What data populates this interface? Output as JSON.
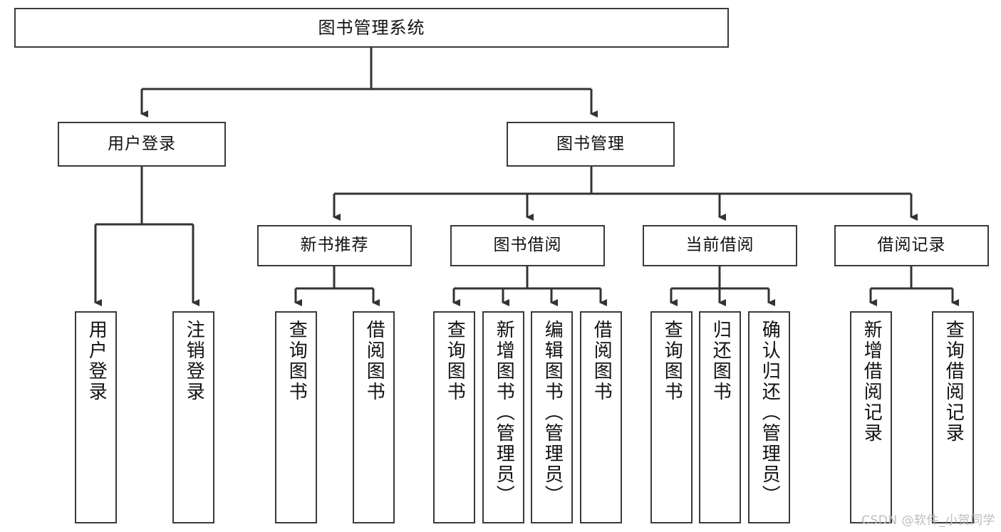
{
  "diagram": {
    "title": "图书管理系统",
    "type": "tree",
    "watermark": "CSDN @软件_小贺同学",
    "colors": {
      "box_border": "#3a3a3a",
      "box_fill": "#ffffff",
      "edge": "#333333",
      "text": "#111111",
      "watermark": "#bdbdbd"
    },
    "root": {
      "label": "图书管理系统"
    },
    "level2": [
      {
        "label": "用户登录"
      },
      {
        "label": "图书管理"
      }
    ],
    "level3": [
      {
        "label": "新书推荐"
      },
      {
        "label": "图书借阅"
      },
      {
        "label": "当前借阅"
      },
      {
        "label": "借阅记录"
      }
    ],
    "leaves": {
      "user_login": [
        {
          "label": "用户登录"
        },
        {
          "label": "注销登录"
        }
      ],
      "new_book": [
        {
          "label": "查询图书"
        },
        {
          "label": "借阅图书"
        }
      ],
      "book_borrow": [
        {
          "label": "查询图书"
        },
        {
          "label": "新增图书（管理员）"
        },
        {
          "label": "编辑图书（管理员）"
        },
        {
          "label": "借阅图书"
        }
      ],
      "current_borrow": [
        {
          "label": "查询图书"
        },
        {
          "label": "归还图书"
        },
        {
          "label": "确认归还（管理员）"
        }
      ],
      "borrow_record": [
        {
          "label": "新增借阅记录"
        },
        {
          "label": "查询借阅记录"
        }
      ]
    }
  }
}
